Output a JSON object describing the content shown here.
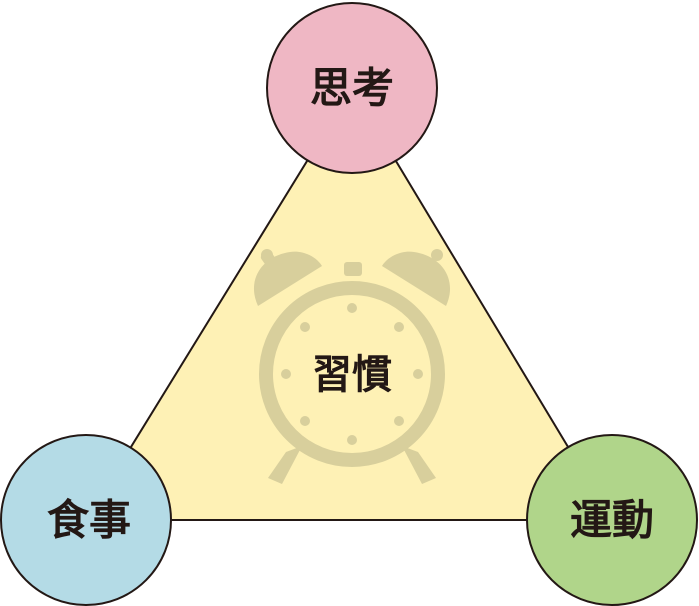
{
  "diagram": {
    "center": {
      "label": "習慣",
      "icon": "alarm-clock-icon"
    },
    "nodes": [
      {
        "id": "top",
        "label": "思考",
        "fill": "#efb7c4"
      },
      {
        "id": "left",
        "label": "食事",
        "fill": "#b4dbe6"
      },
      {
        "id": "right",
        "label": "運動",
        "fill": "#b0d58a"
      }
    ],
    "colors": {
      "triangle_fill": "#fef1b5",
      "stroke": "#231815",
      "clock": "#d8cf9c"
    }
  }
}
